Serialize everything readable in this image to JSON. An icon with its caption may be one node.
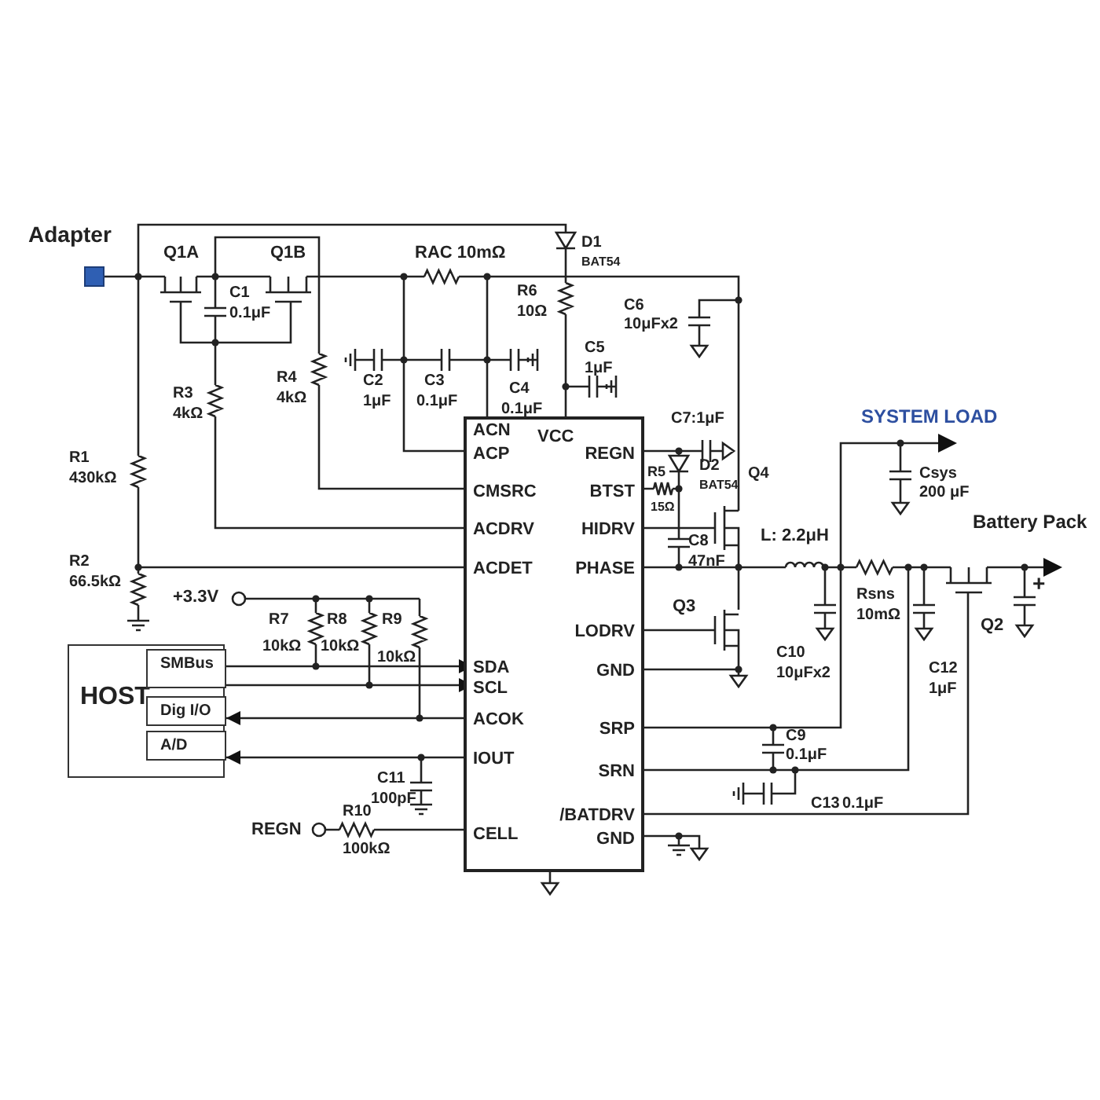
{
  "diagram": {
    "nodes": [
      {
        "text": [],
        "shape": "box"
      },
      {
        "text": [
          "ACN"
        ],
        "in": 0
      },
      {
        "text": [
          "VCC"
        ],
        "in": 0
      },
      {
        "text": [
          "ACP"
        ],
        "in": 0
      },
      {
        "text": [
          "REGN"
        ],
        "in": 0
      },
      {
        "text": [
          "CMSRC"
        ],
        "in": 0
      },
      {
        "text": [
          "BTST"
        ],
        "in": 0
      },
      {
        "text": [
          "ACDRV"
        ],
        "in": 0
      },
      {
        "text": [
          "HIDRV"
        ],
        "in": 0
      },
      {
        "text": [
          "ACDET"
        ],
        "in": 0
      },
      {
        "text": [
          "PHASE"
        ],
        "in": 0
      },
      {
        "text": [
          "LODRV"
        ],
        "in": 0
      },
      {
        "text": [
          "SDA"
        ],
        "in": 0
      },
      {
        "text": [
          "GND"
        ],
        "in": 0
      },
      {
        "text": [
          "SCL"
        ],
        "in": 0
      },
      {
        "text": [
          "ACOK"
        ],
        "in": 0
      },
      {
        "text": [
          "SRP"
        ],
        "in": 0
      },
      {
        "text": [
          "IOUT"
        ],
        "in": 0
      },
      {
        "text": [
          "SRN"
        ],
        "in": 0
      },
      {
        "text": [
          "/BATDRV"
        ],
        "in": 0
      },
      {
        "text": [
          "CELL"
        ],
        "in": 0
      },
      {
        "text": [
          "GND"
        ],
        "in": 0
      },
      {
        "text": [
          "HOST"
        ]
      },
      {
        "text": [
          "SMBus"
        ],
        "in": 22
      },
      {
        "text": [
          "Dig I/O"
        ],
        "in": 22
      },
      {
        "text": [
          "A/D"
        ],
        "in": 22
      }
    ],
    "edges": [
      {
        "from": 23,
        "to": 12,
        "arrow": "to"
      },
      {
        "from": 23,
        "to": 14,
        "arrow": "to"
      },
      {
        "from": 15,
        "to": 24,
        "arrow": "to"
      },
      {
        "from": 17,
        "to": 25,
        "arrow": "to"
      }
    ],
    "labels": [
      "Adapter",
      "Q1A",
      "Q1B",
      "RAC 10mΩ",
      "D1",
      "BAT54",
      "C1",
      "0.1μF",
      "R6",
      "10Ω",
      "C6",
      "10μFx2",
      "C5",
      "1μF",
      "R3",
      "4kΩ",
      "R4",
      "4kΩ",
      "C2",
      "1μF",
      "C3",
      "0.1μF",
      "C4",
      "0.1μF",
      "R1",
      "430kΩ",
      "C7:1μF",
      "R5",
      "15Ω",
      "D2",
      "BAT54",
      "Q4",
      "C8",
      "47nF",
      "L: 2.2μH",
      "SYSTEM LOAD",
      "Csys",
      "200 μF",
      "Battery Pack",
      "R2",
      "66.5kΩ",
      "Q3",
      "Rsns",
      "10mΩ",
      "Q2",
      "+",
      "+3.3V",
      "R7",
      "10kΩ",
      "R8",
      "10kΩ",
      "R9",
      "10kΩ",
      "C10",
      "10μFx2",
      "C12",
      "1μF",
      "C9",
      "0.1μF",
      "C11",
      "100pF",
      "C13",
      "0.1μF",
      "REGN",
      "R10",
      "100kΩ"
    ]
  }
}
